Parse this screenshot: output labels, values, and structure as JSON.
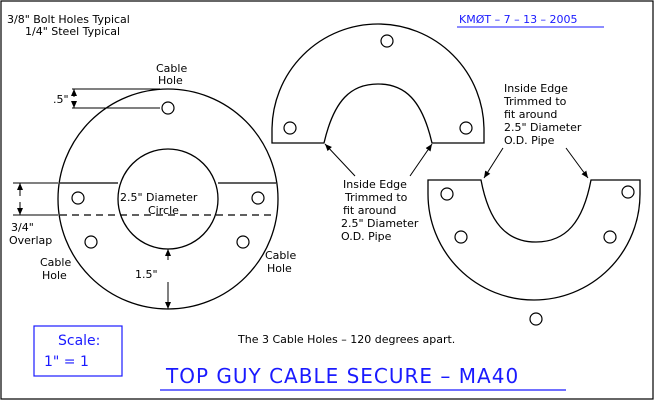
{
  "header": {
    "notes": [
      "3/8\" Bolt Holes Typical",
      "1/4\" Steel Typical"
    ],
    "drawing_id": "KMØT – 7 – 13 – 2005"
  },
  "main_part": {
    "cable_hole_top": [
      "Cable",
      "Hole"
    ],
    "hole_offset": ".5\"",
    "center_label": [
      "2.5\" Diameter",
      "Circle"
    ],
    "overlap": [
      "3/4\"",
      "Overlap"
    ],
    "cable_hole_left": [
      "Cable",
      "Hole"
    ],
    "cable_hole_right": [
      "Cable",
      "Hole"
    ],
    "radius_dim": "1.5\""
  },
  "split_parts": {
    "center_note": [
      "Inside Edge",
      "Trimmed to",
      "fit around",
      "2.5\" Diameter",
      "O.D. Pipe"
    ],
    "right_note": [
      "Inside Edge",
      "Trimmed to",
      "fit around",
      "2.5\" Diameter",
      "O.D. Pipe"
    ]
  },
  "footer": {
    "spacing_note": "The 3 Cable Holes – 120 degrees apart.",
    "scale_label": "Scale:",
    "scale_value": "1\" = 1",
    "title": "TOP GUY CABLE SECURE – MA40"
  },
  "colors": {
    "line": "#000000",
    "accent": "#1a1aff",
    "background": "#ffffff"
  }
}
